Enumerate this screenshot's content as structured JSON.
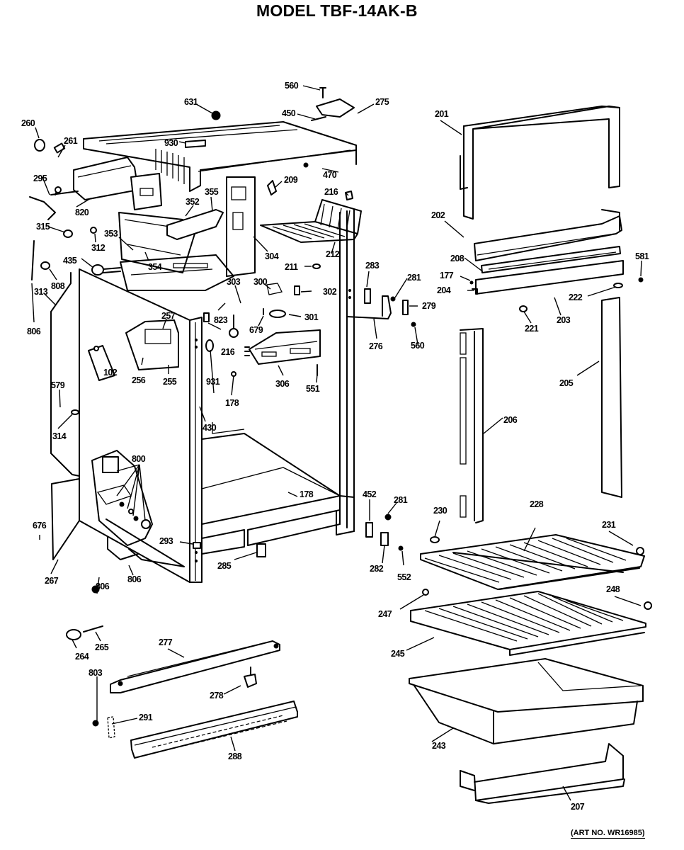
{
  "title": "MODEL TBF-14AK-B",
  "art_number": "(ART NO. WR16985)",
  "parts": {
    "p560a": "560",
    "p275": "275",
    "p450": "450",
    "p631": "631",
    "p930": "930",
    "p260": "260",
    "p261": "261",
    "p295": "295",
    "p820": "820",
    "p355": "355",
    "p352": "352",
    "p315": "315",
    "p312": "312",
    "p353": "353",
    "p354": "354",
    "p435": "435",
    "p808": "808",
    "p313": "313",
    "p806a": "806",
    "p209": "209",
    "p470": "470",
    "p216a": "216",
    "p304": "304",
    "p212": "212",
    "p211": "211",
    "p303": "303",
    "p300": "300",
    "p302": "302",
    "p301": "301",
    "p823": "823",
    "p679": "679",
    "p216b": "216",
    "p257": "257",
    "p102": "102",
    "p256": "256",
    "p255": "255",
    "p931": "931",
    "p178a": "178",
    "p306": "306",
    "p551": "551",
    "p283": "283",
    "p281a": "281",
    "p279": "279",
    "p276": "276",
    "p560b": "560",
    "p579": "579",
    "p314": "314",
    "p430": "430",
    "p800": "800",
    "p676": "676",
    "p267": "267",
    "p806b": "806",
    "p806c": "806",
    "p293": "293",
    "p285": "285",
    "p178b": "178",
    "p452": "452",
    "p281b": "281",
    "p282": "282",
    "p552": "552",
    "p230": "230",
    "p201": "201",
    "p202": "202",
    "p208": "208",
    "p177": "177",
    "p204": "204",
    "p581": "581",
    "p222": "222",
    "p221": "221",
    "p203": "203",
    "p205": "205",
    "p206": "206",
    "p228": "228",
    "p231": "231",
    "p248": "248",
    "p247": "247",
    "p245": "245",
    "p243": "243",
    "p207": "207",
    "p264": "264",
    "p265": "265",
    "p277": "277",
    "p803": "803",
    "p278": "278",
    "p291": "291",
    "p288": "288"
  }
}
